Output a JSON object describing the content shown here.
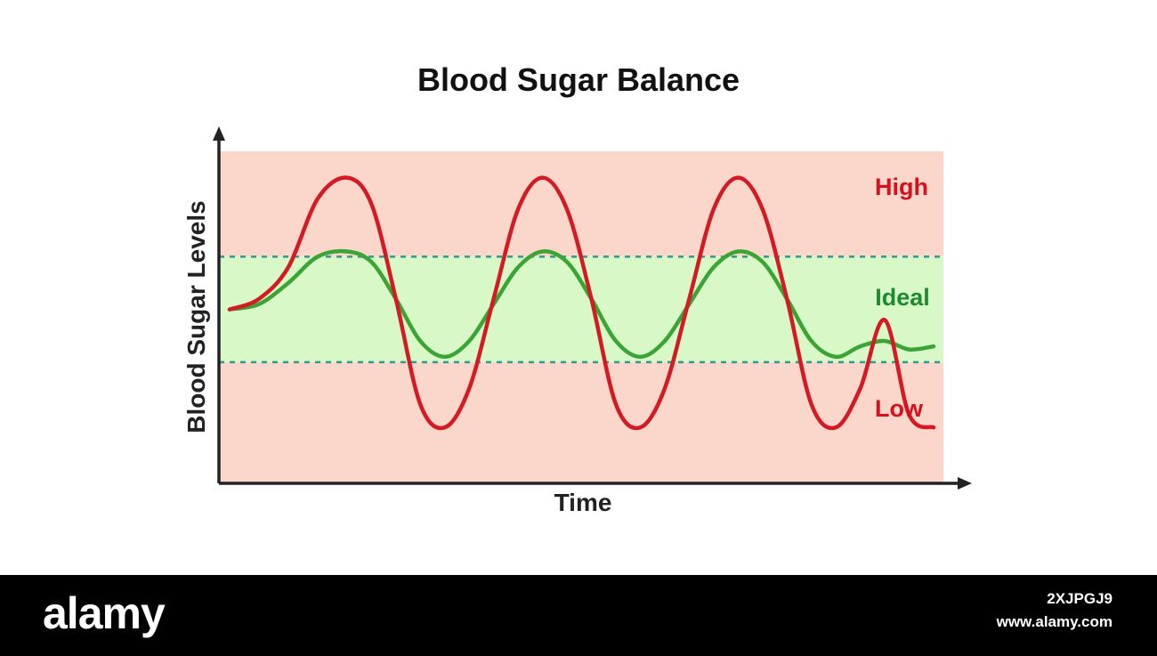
{
  "chart_data": {
    "type": "line",
    "title": "Blood Sugar Balance",
    "xlabel": "Time",
    "ylabel": "Blood Sugar Levels",
    "zones": [
      {
        "name": "High",
        "color": "#d8101e",
        "background": "#fbd6ca"
      },
      {
        "name": "Ideal",
        "color": "#1e8a2e",
        "background": "#d9f8c8"
      },
      {
        "name": "Low",
        "color": "#d8101e",
        "background": "#fbd6ca"
      }
    ],
    "ideal_band": [
      -0.5,
      0.5
    ],
    "ylim": [
      -1.65,
      1.5
    ],
    "xlim": [
      0,
      7.3
    ],
    "series": [
      {
        "color": "#d41a24",
        "x": [
          0,
          0.3,
          0.6,
          0.9,
          1.2,
          1.45,
          1.7,
          1.95,
          2.2,
          2.45,
          2.7,
          2.95,
          3.2,
          3.45,
          3.7,
          3.95,
          4.2,
          4.45,
          4.7,
          4.95,
          5.2,
          5.45,
          5.7,
          5.95,
          6.2,
          6.45,
          6.7,
          6.95,
          7.2
        ],
        "y": [
          0,
          0.1,
          0.4,
          1.05,
          1.25,
          1.0,
          0.1,
          -0.9,
          -1.12,
          -0.75,
          0.1,
          0.95,
          1.25,
          0.95,
          0.1,
          -0.9,
          -1.12,
          -0.75,
          0.1,
          0.95,
          1.25,
          0.95,
          0.1,
          -0.9,
          -1.12,
          -0.75,
          -0.1,
          -1.0,
          -1.12
        ]
      },
      {
        "color": "#3aa534",
        "x": [
          0,
          0.3,
          0.6,
          0.9,
          1.2,
          1.45,
          1.7,
          1.95,
          2.2,
          2.45,
          2.7,
          2.95,
          3.2,
          3.45,
          3.7,
          3.95,
          4.2,
          4.45,
          4.7,
          4.95,
          5.2,
          5.45,
          5.7,
          5.95,
          6.2,
          6.45,
          6.7,
          6.95,
          7.2
        ],
        "y": [
          0,
          0.05,
          0.25,
          0.5,
          0.55,
          0.45,
          0.1,
          -0.3,
          -0.45,
          -0.3,
          0.05,
          0.4,
          0.55,
          0.45,
          0.1,
          -0.3,
          -0.45,
          -0.3,
          0.05,
          0.4,
          0.55,
          0.45,
          0.1,
          -0.3,
          -0.45,
          -0.35,
          -0.3,
          -0.38,
          -0.35
        ]
      }
    ],
    "grid": false
  },
  "footer": {
    "logo": "alamy",
    "image_id": "2XJPGJ9",
    "url": "www.alamy.com"
  }
}
